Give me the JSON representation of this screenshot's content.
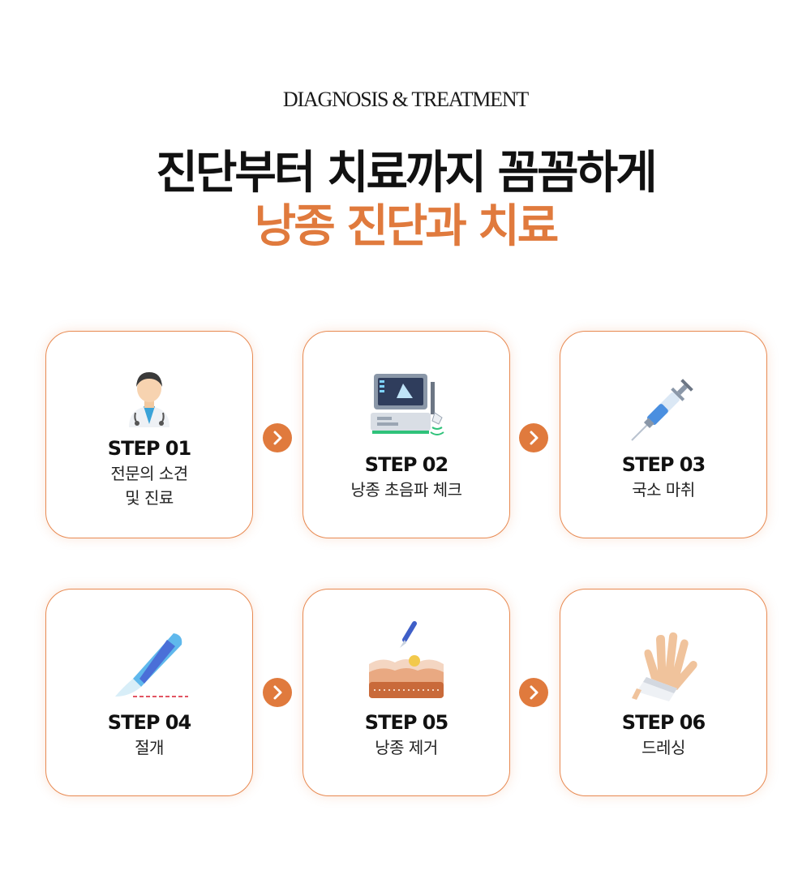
{
  "header": {
    "eyebrow": "DIAGNOSIS & TREATMENT",
    "title_line1": "진단부터 치료까지 꼼꼼하게",
    "title_line2": "낭종 진단과 치료"
  },
  "colors": {
    "accent": "#e07a3d",
    "card_border": "#e88a52",
    "text": "#111111"
  },
  "steps": [
    {
      "label": "STEP 01",
      "desc_line1": "전문의 소견",
      "desc_line2": "및 진료",
      "icon": "doctor-icon"
    },
    {
      "label": "STEP 02",
      "desc_line1": "낭종 초음파 체크",
      "desc_line2": "",
      "icon": "ultrasound-machine-icon"
    },
    {
      "label": "STEP 03",
      "desc_line1": "국소 마취",
      "desc_line2": "",
      "icon": "syringe-icon"
    },
    {
      "label": "STEP 04",
      "desc_line1": "절개",
      "desc_line2": "",
      "icon": "scalpel-icon"
    },
    {
      "label": "STEP 05",
      "desc_line1": "낭종 제거",
      "desc_line2": "",
      "icon": "skin-cyst-removal-icon"
    },
    {
      "label": "STEP 06",
      "desc_line1": "드레싱",
      "desc_line2": "",
      "icon": "bandaged-hand-icon"
    }
  ]
}
